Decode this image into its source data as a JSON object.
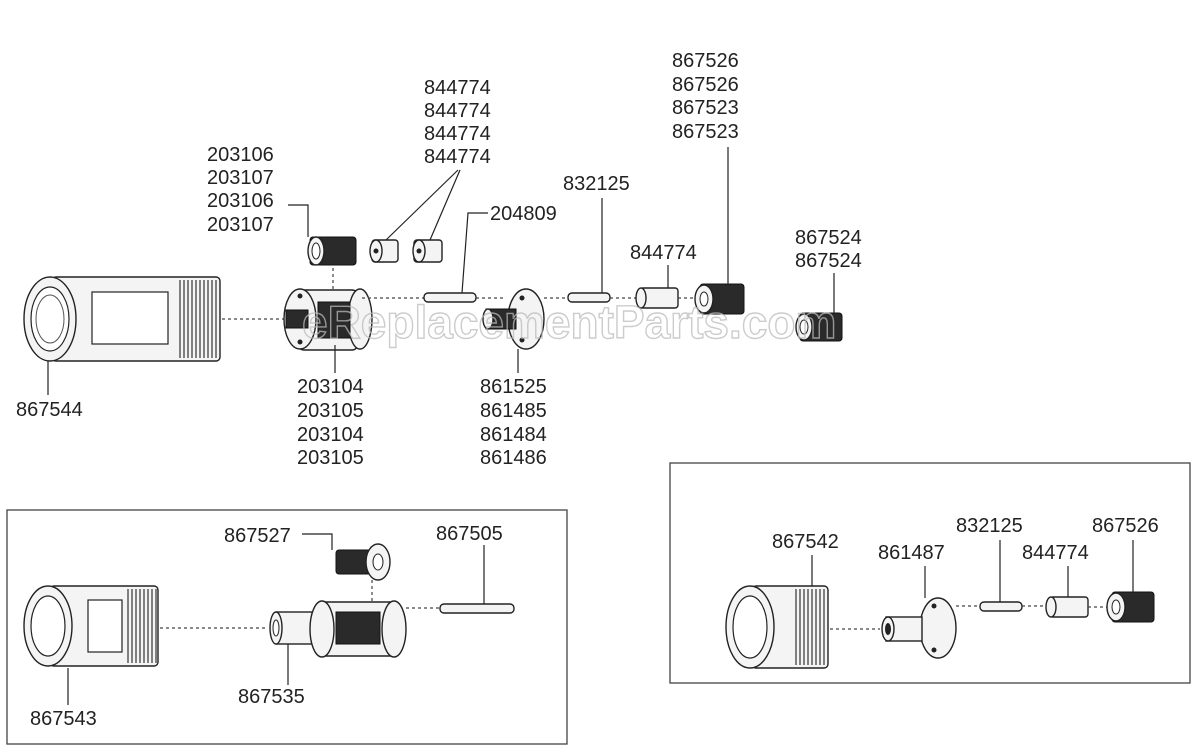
{
  "watermark": "eReplacementParts.com",
  "main_labels": {
    "upper_cluster": [
      "844774",
      "844774",
      "844774",
      "844774"
    ],
    "upper_right_cluster": [
      "867526",
      "867526",
      "867523",
      "867523"
    ],
    "left_cluster": [
      "203106",
      "203107",
      "203106",
      "203107"
    ],
    "pin_label": "204809",
    "pin2_label": "832125",
    "bushing_label": "844774",
    "right_cluster": [
      "867524",
      "867524"
    ],
    "bottom_center_cluster": [
      "203104",
      "203105",
      "203104",
      "203105"
    ],
    "bottom_right_cluster": [
      "861525",
      "861485",
      "861484",
      "861486"
    ],
    "housing_label": "867544"
  },
  "inset_left": {
    "cap_label": "867527",
    "pin_label": "867505",
    "shaft_label": "867535",
    "housing_label": "867543"
  },
  "inset_right": {
    "housing_label": "867542",
    "flange_label": "861487",
    "pin_label": "832125",
    "bushing_label": "844774",
    "nut_label": "867526"
  }
}
